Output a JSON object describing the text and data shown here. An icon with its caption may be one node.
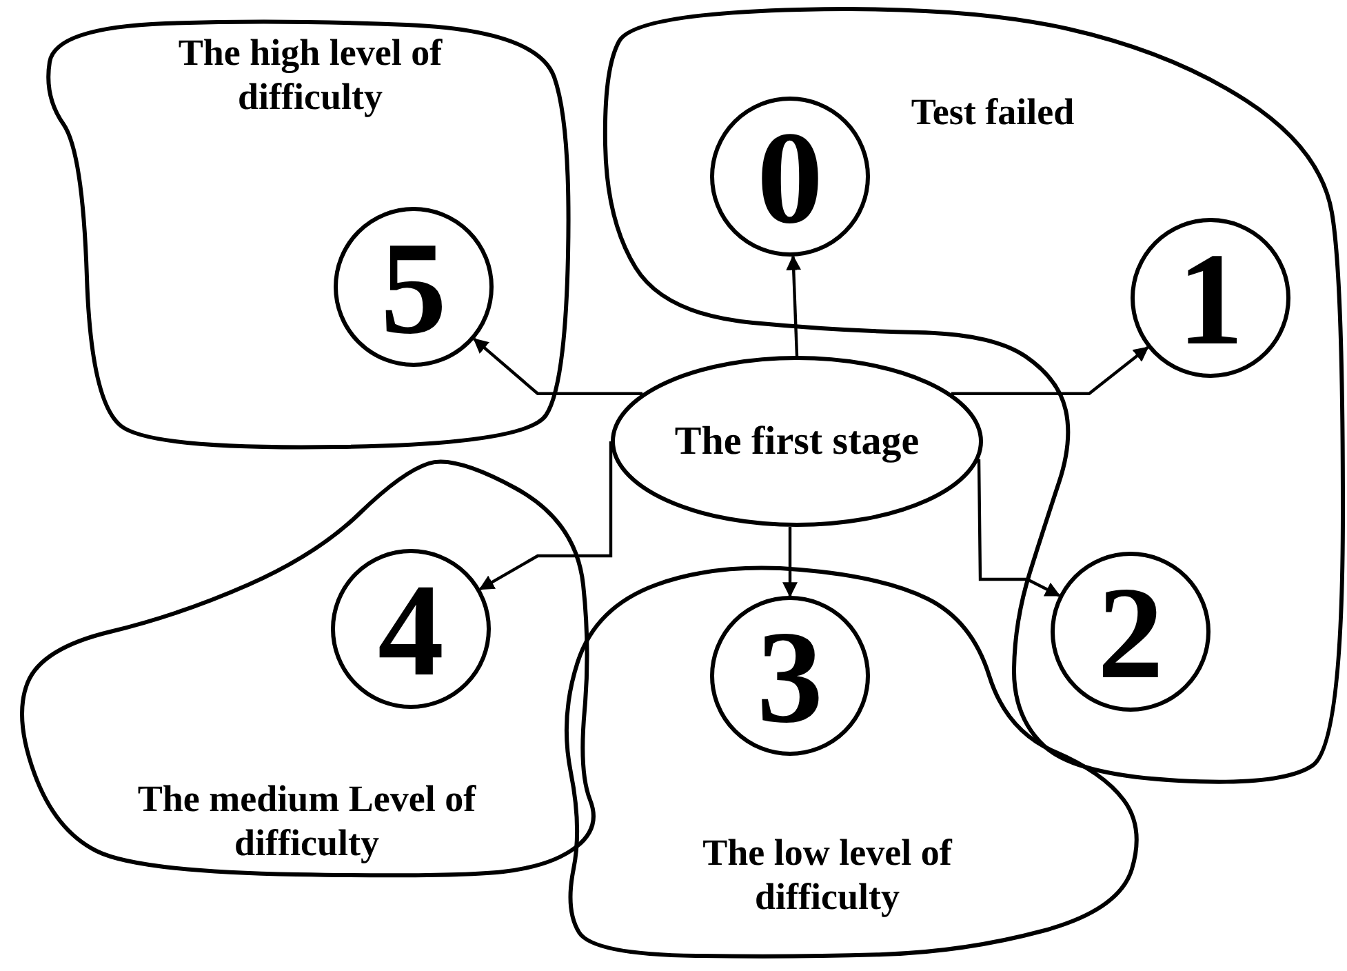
{
  "diagram": {
    "nodes": [
      {
        "text": [
          "The high level of difficulty"
        ]
      },
      {
        "text": [
          "5"
        ],
        "in": 0
      },
      {
        "text": [
          "Test failed"
        ]
      },
      {
        "text": [
          "0"
        ],
        "in": 2
      },
      {
        "text": [
          "1"
        ],
        "in": 2
      },
      {
        "text": [
          "2"
        ],
        "in": 2
      },
      {
        "text": [
          "The first stage"
        ]
      },
      {
        "text": [
          "The medium Level of difficulty"
        ]
      },
      {
        "text": [
          "4"
        ],
        "in": 7
      },
      {
        "text": [
          "The low level of difficulty"
        ]
      },
      {
        "text": [
          "3"
        ],
        "in": 9
      }
    ],
    "edges": [
      {
        "from": 6,
        "to": 3,
        "arrow": "to"
      },
      {
        "from": 6,
        "to": 4,
        "arrow": "to"
      },
      {
        "from": 6,
        "to": 1,
        "arrow": "to"
      },
      {
        "from": 6,
        "to": 8,
        "arrow": "to"
      },
      {
        "from": 6,
        "to": 10,
        "arrow": "to"
      },
      {
        "from": 6,
        "to": 5,
        "arrow": "to"
      }
    ]
  }
}
